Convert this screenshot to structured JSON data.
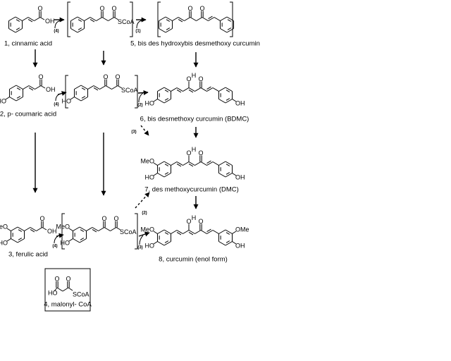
{
  "compounds": {
    "c1": "1, cinnamic acid",
    "c2": "2, p- coumaric acid",
    "c3": "3, ferulic acid",
    "c4": "4, malonyl- CoA",
    "c5": "5, bis des hydroxybis desmethoxy curcumin",
    "c6": "6, bis desmethoxy curcumin (BDMC)",
    "c7": "7, des methoxycurcumin (DMC)",
    "c8": "8, curcumin (enol form)"
  },
  "atoms": {
    "O": "O",
    "OH": "OH",
    "HO": "HO",
    "MeO": "MeO",
    "OMe": "OMe",
    "H": "H",
    "SCoA": "SCoA"
  },
  "steps": {
    "s1": "(1)",
    "s2": "(2)",
    "s3": "(3)",
    "s4": "(4)"
  }
}
